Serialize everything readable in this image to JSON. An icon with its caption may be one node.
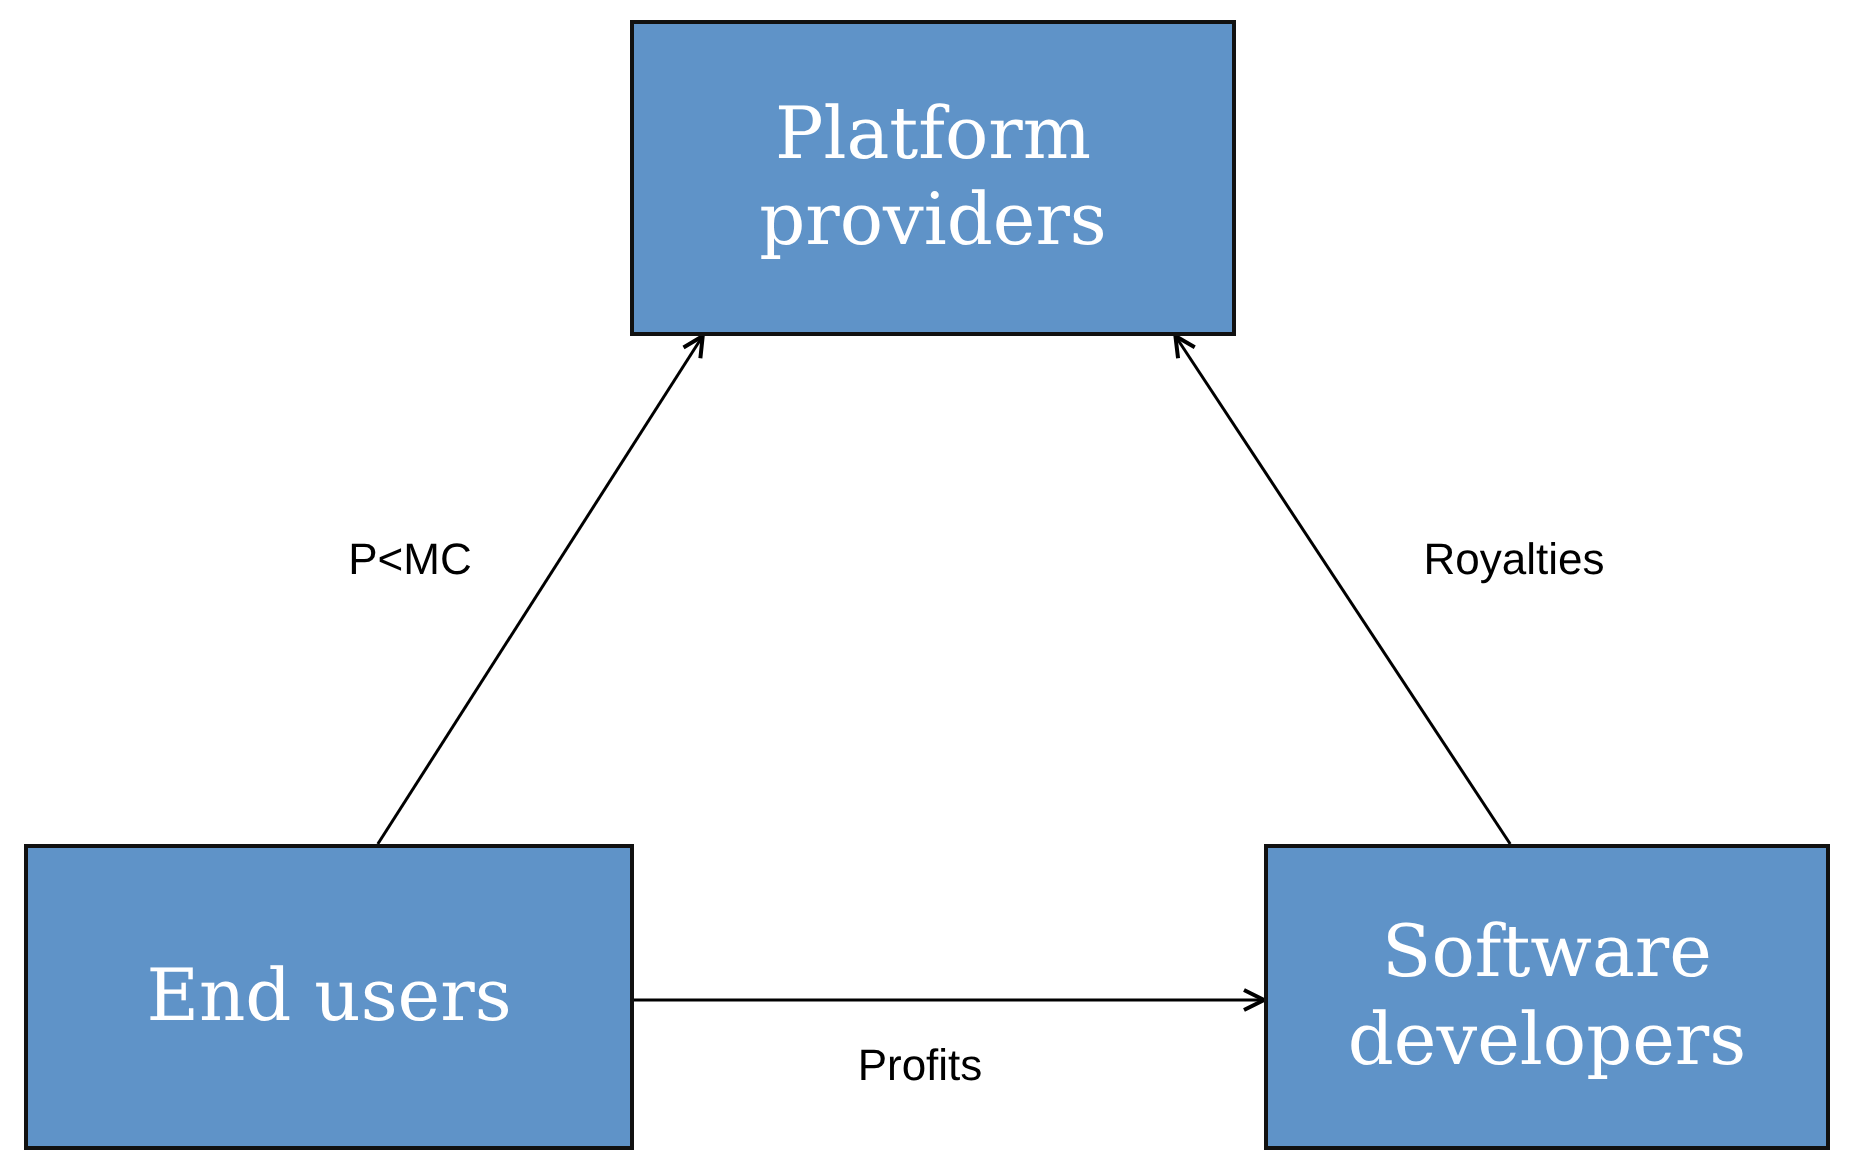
{
  "diagram": {
    "nodes": [
      {
        "text": [
          "Platform providers"
        ]
      },
      {
        "text": [
          "End users"
        ]
      },
      {
        "text": [
          "Software developers"
        ]
      }
    ],
    "edges": [
      {
        "from": 1,
        "to": 0,
        "arrow": "to",
        "label": "P<MC"
      },
      {
        "from": 2,
        "to": 0,
        "arrow": "to",
        "label": "Royalties"
      },
      {
        "from": 1,
        "to": 2,
        "arrow": "to",
        "label": "Profits"
      }
    ]
  }
}
